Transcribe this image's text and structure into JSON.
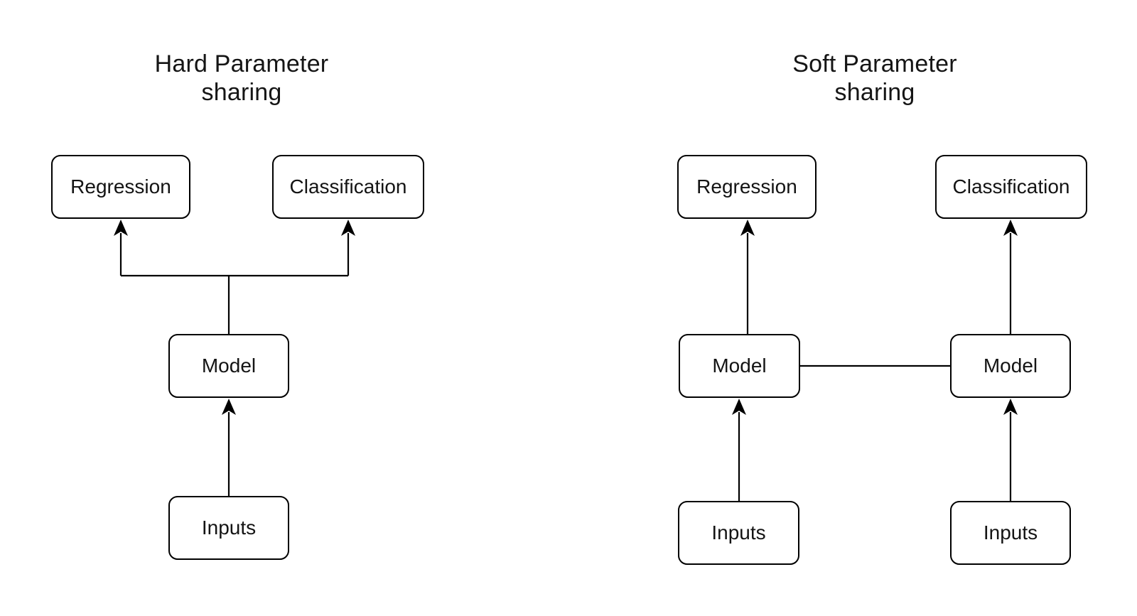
{
  "hard": {
    "title": [
      "Hard Parameter",
      "sharing"
    ],
    "nodes": {
      "regression": "Regression",
      "classification": "Classification",
      "model": "Model",
      "inputs": "Inputs"
    }
  },
  "soft": {
    "title": [
      "Soft Parameter",
      "sharing"
    ],
    "nodes": {
      "regression": "Regression",
      "classification": "Classification",
      "model_left": "Model",
      "model_right": "Model",
      "inputs_left": "Inputs",
      "inputs_right": "Inputs"
    }
  },
  "colors": {
    "background": "#ffffff",
    "stroke": "#000000",
    "text": "#141414"
  }
}
